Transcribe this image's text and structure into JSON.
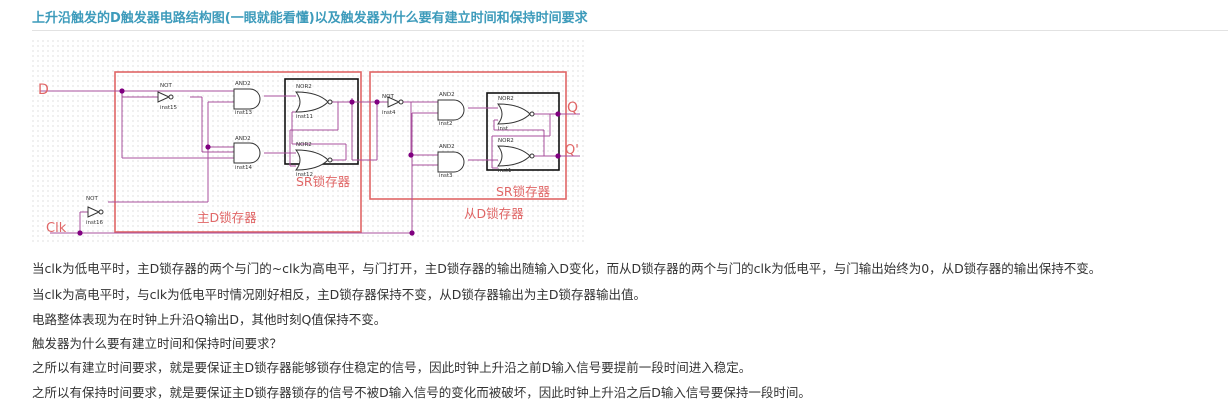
{
  "article": {
    "title": "上升沿触发的D触发器电路结构图(一眼就能看懂)以及触发器为什么要有建立时间和保持时间要求"
  },
  "circuit": {
    "signals": {
      "d": "D",
      "clk": "Clk",
      "q": "Q",
      "qn": "Q'"
    },
    "labels": {
      "master": "主D锁存器",
      "slave": "从D锁存器",
      "sr_master": "SR锁存器",
      "sr_slave": "SR锁存器"
    },
    "gates": {
      "not_type": "NOT",
      "and_type": "AND2",
      "nor_type": "NOR2",
      "inst_15": "inst15",
      "inst_13": "inst13",
      "inst_14": "inst14",
      "inst_11": "inst11",
      "inst_12": "inst12",
      "inst_16": "inst16",
      "inst_4": "inst4",
      "inst_2": "inst2",
      "inst_3": "inst3",
      "inst": "inst",
      "inst_1": "inst1"
    },
    "colors": {
      "latch_box": "#e06666",
      "wire": "#a9509e",
      "node": "#800080",
      "sr_box": "#111111",
      "label": "#e06666"
    }
  },
  "paragraphs": [
    "当clk为低电平时，主D锁存器的两个与门的~clk为高电平，与门打开，主D锁存器的输出随输入D变化，而从D锁存器的两个与门的clk为低电平，与门输出始终为0，从D锁存器的输出保持不变。",
    "当clk为高电平时，与clk为低电平时情况刚好相反，主D锁存器保持不变，从D锁存器输出为主D锁存器输出值。",
    "电路整体表现为在时钟上升沿Q输出D，其他时刻Q值保持不变。",
    "触发器为什么要有建立时间和保持时间要求？",
    "之所以有建立时间要求，就是要保证主D锁存器能够锁存住稳定的信号，因此时钟上升沿之前D输入信号要提前一段时间进入稳定。",
    "之所以有保持时间要求，就是要保证主D锁存器锁存的信号不被D输入信号的变化而被破坏，因此时钟上升沿之后D输入信号要保持一段时间。"
  ]
}
